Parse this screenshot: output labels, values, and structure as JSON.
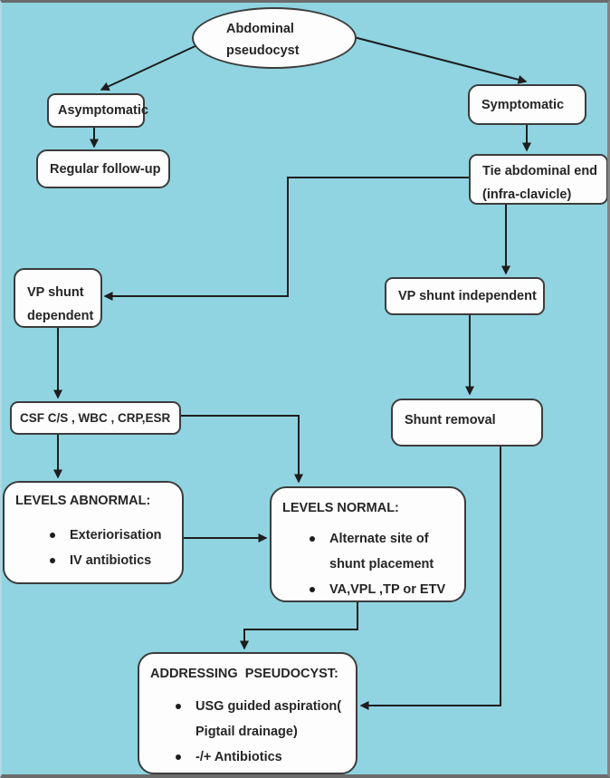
{
  "palette": {
    "background": "#90d4e1",
    "box_fill": "#fdfdfd",
    "box_border": "#3c3c3c",
    "arrow": "#1d1d1d",
    "frame": "#6b6b6b",
    "text": "#262626"
  },
  "nodes": {
    "root": {
      "lines": [
        "Abdominal",
        "pseudocyst"
      ]
    },
    "asymptomatic": {
      "label": "Asymptomatic"
    },
    "regular_followup": {
      "label": "Regular follow-up"
    },
    "symptomatic": {
      "label": "Symptomatic"
    },
    "tie_abdominal_end": {
      "lines": [
        "Tie abdominal end",
        "(infra-clavicle)"
      ]
    },
    "vp_shunt_dependent": {
      "lines": [
        "VP shunt",
        "dependent"
      ]
    },
    "vp_shunt_independent": {
      "label": "VP shunt independent"
    },
    "csf_labs": {
      "label": "CSF C/S , WBC , CRP,ESR"
    },
    "shunt_removal": {
      "label": "Shunt removal"
    },
    "levels_abnormal": {
      "header": "LEVELS ABNORMAL:",
      "bullets": [
        "Exteriorisation",
        "IV antibiotics"
      ]
    },
    "levels_normal": {
      "header": "LEVELS NORMAL:",
      "bullets": [
        "Alternate site of shunt placement",
        "VA,VPL ,TP or ETV"
      ]
    },
    "addressing_pseudocyst": {
      "header": "ADDRESSING  PSEUDOCYST:",
      "bullets": [
        "USG guided aspiration( Pigtail drainage)",
        "-/+ Antibiotics"
      ]
    }
  }
}
